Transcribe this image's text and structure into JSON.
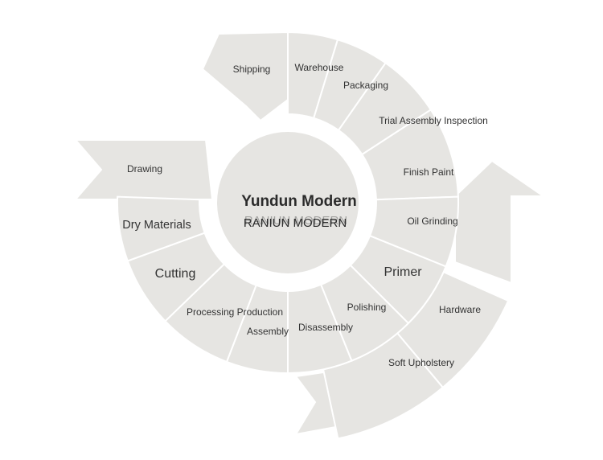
{
  "center": {
    "title": "Yundun Modern",
    "subtitle": "RANIUN MODERN"
  },
  "steps": [
    {
      "id": "shipping",
      "label": "Shipping"
    },
    {
      "id": "warehouse",
      "label": "Warehouse"
    },
    {
      "id": "packaging",
      "label": "Packaging"
    },
    {
      "id": "trial-assembly-inspection",
      "label": "Trial Assembly Inspection"
    },
    {
      "id": "finish-paint",
      "label": "Finish Paint"
    },
    {
      "id": "oil-grinding",
      "label": "Oil Grinding"
    },
    {
      "id": "primer",
      "label": "Primer"
    },
    {
      "id": "polishing",
      "label": "Polishing"
    },
    {
      "id": "disassembly",
      "label": "Disassembly"
    },
    {
      "id": "assembly",
      "label": "Assembly"
    },
    {
      "id": "processing-production",
      "label": "Processing Production"
    },
    {
      "id": "cutting",
      "label": "Cutting"
    },
    {
      "id": "dry-materials",
      "label": "Dry Materials"
    },
    {
      "id": "drawing",
      "label": "Drawing"
    },
    {
      "id": "hardware",
      "label": "Hardware"
    },
    {
      "id": "soft-upholstery",
      "label": "Soft Upholstery"
    }
  ],
  "colors": {
    "segment": "#e6e5e2",
    "text": "#333333",
    "background": "#ffffff"
  }
}
